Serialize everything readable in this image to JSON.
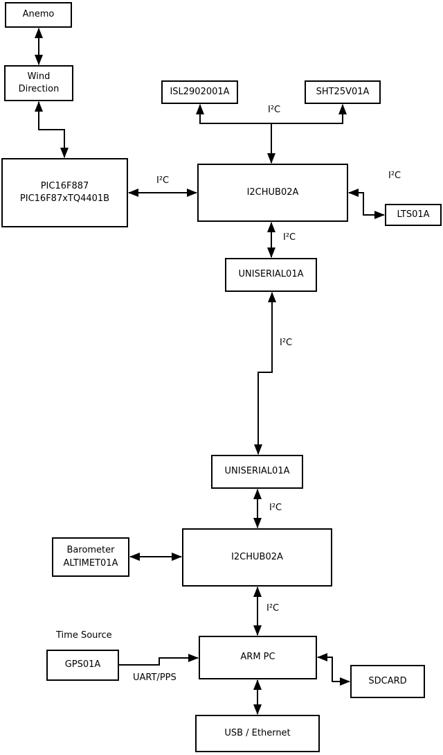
{
  "diagram": {
    "nodes": {
      "anemo": {
        "label": "Anemo"
      },
      "wind": {
        "line1": "Wind",
        "line2": "Direction"
      },
      "pic": {
        "line1": "PIC16F887",
        "line2": "PIC16F87xTQ4401B"
      },
      "isl": {
        "label": "ISL2902001A"
      },
      "sht": {
        "label": "SHT25V01A"
      },
      "hub1": {
        "label": "I2CHUB02A"
      },
      "lts": {
        "label": "LTS01A"
      },
      "uniserial1": {
        "label": "UNISERIAL01A"
      },
      "uniserial2": {
        "label": "UNISERIAL01A"
      },
      "hub2": {
        "label": "I2CHUB02A"
      },
      "barometer": {
        "line1": "Barometer",
        "line2": "ALTIMET01A"
      },
      "arm": {
        "label": "ARM PC"
      },
      "gps": {
        "label": "GPS01A"
      },
      "sdcard": {
        "label": "SDCARD"
      },
      "usb": {
        "label": "USB / Ethernet"
      }
    },
    "edge_labels": {
      "i2c_sensors": "I²C",
      "i2c_pic_hub1": "I²C",
      "i2c_hub1_lts": "I²C",
      "i2c_hub1_uni1": "I²C",
      "i2c_link": "I²C",
      "i2c_uni2_hub2": "I²C",
      "i2c_hub2_arm": "I²C",
      "time_source": "Time Source",
      "uart_pps": "UART/PPS"
    },
    "colors": {
      "line": "#000000",
      "box_border": "#000000",
      "box_fill": "#ffffff",
      "background": "#ffffff"
    }
  }
}
